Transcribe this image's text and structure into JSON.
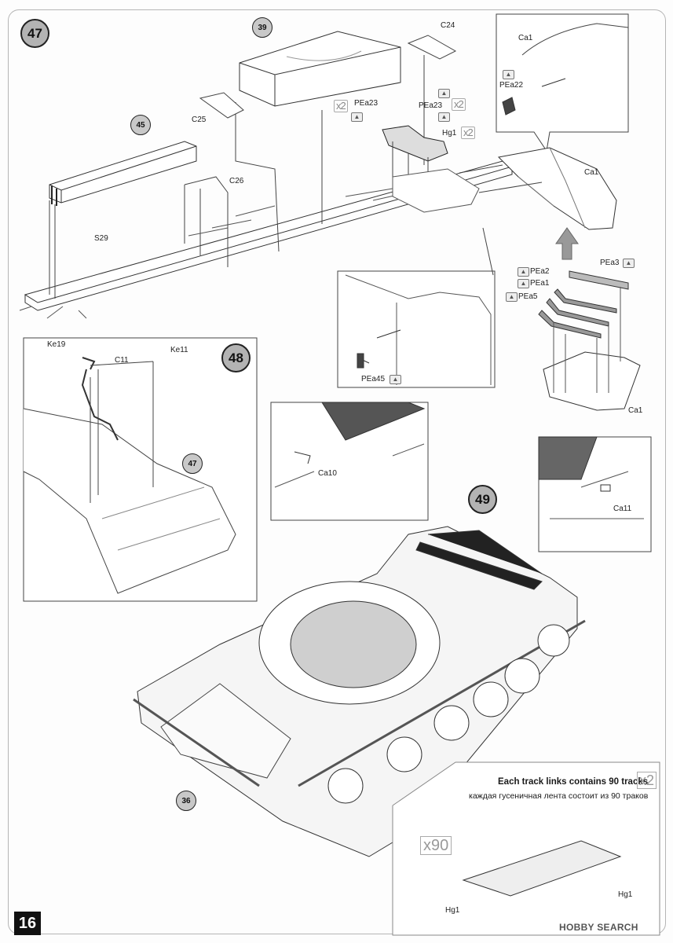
{
  "page": {
    "number": "16",
    "watermark": "HOBBY SEARCH"
  },
  "steps": [
    {
      "id": "47"
    },
    {
      "id": "48"
    },
    {
      "id": "49"
    }
  ],
  "subassemblies": [
    "39",
    "45",
    "47",
    "36"
  ],
  "labels": {
    "c24": "C24",
    "c25": "C25",
    "c26": "C26",
    "s29": "S29",
    "pea23a": "PEa23",
    "pea23b": "PEa23",
    "hg1_top": "Hg1",
    "ca1_inset": "Ca1",
    "pea22": "PEa22",
    "ca1_right": "Ca1",
    "pea3": "PEa3",
    "pea2": "PEa2",
    "pea1": "PEa1",
    "pea5": "PEa5",
    "ca1_bottom": "Ca1",
    "pea45": "PEa45",
    "ke19": "Ke19",
    "ke11": "Ke11",
    "c11": "C11",
    "ca10": "Ca10",
    "ca11": "Ca11",
    "hg1_left": "Hg1",
    "hg1_right": "Hg1"
  },
  "quantities": {
    "x2_pea23": "x2",
    "x2_pea23b": "x2",
    "x2_hg1": "x2",
    "x90": "x90",
    "x2_tracks": "x2"
  },
  "track_note": {
    "english": "Each track links contains 90 tracks",
    "russian": "каждая гусеничная лента состоит из 90 траков"
  },
  "icons": [
    "photo-etch-icon",
    "assembly-arrow-icon"
  ]
}
